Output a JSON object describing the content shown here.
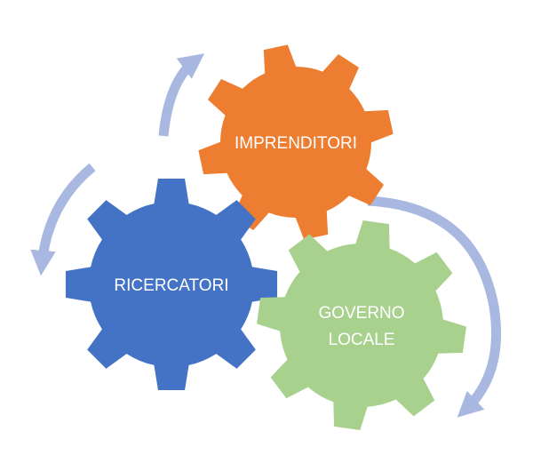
{
  "gears": [
    {
      "id": "imprenditori",
      "lines": [
        "IMPRENDITORI"
      ],
      "color": "#ED7D31"
    },
    {
      "id": "ricercatori",
      "lines": [
        "RICERCATORI"
      ],
      "color": "#4472C4"
    },
    {
      "id": "governo-locale",
      "lines": [
        "GOVERNO",
        "LOCALE"
      ],
      "color": "#A9D18E"
    }
  ],
  "arrow_color": "#A9B8E0"
}
